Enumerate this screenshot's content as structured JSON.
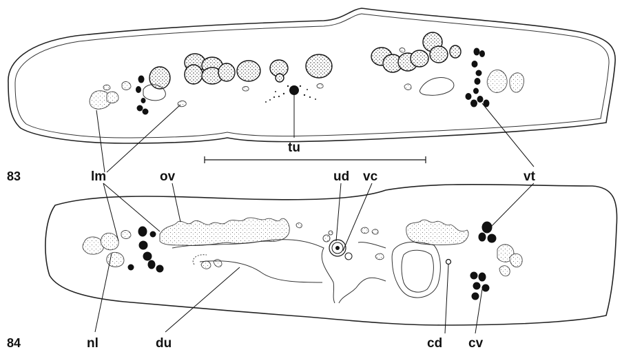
{
  "figures": [
    {
      "number": "83",
      "labels": {
        "lm": "lm",
        "tu": "tu",
        "vt": "vt"
      }
    },
    {
      "number": "84",
      "labels": {
        "ov": "ov",
        "ud": "ud",
        "vc": "vc",
        "nl": "nl",
        "du": "du",
        "cd": "cd",
        "cv": "cv"
      }
    }
  ],
  "scale_bar": {
    "shown": true
  }
}
